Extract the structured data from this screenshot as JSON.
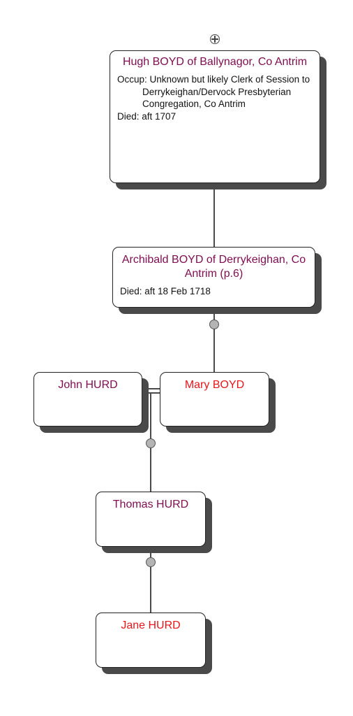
{
  "colors": {
    "name_default": "#800f52",
    "name_highlight": "#e8161b",
    "shadow": "#4a4a4a",
    "connector": "#4a4a4a"
  },
  "people": {
    "hugh": {
      "name": "Hugh BOYD of Ballynagor, Co Antrim",
      "occup_label": "Occup:",
      "occup_value": "Unknown but likely Clerk of Session to Derrykeighan/Dervock Presbyterian Congregation, Co Antrim",
      "died_label": "Died:",
      "died_value": "aft 1707"
    },
    "archibald": {
      "name": "Archibald BOYD of Derrykeighan, Co Antrim (p.6)",
      "died_label": "Died:",
      "died_value": "aft 18 Feb 1718"
    },
    "john": {
      "name": "John HURD"
    },
    "mary": {
      "name": "Mary BOYD"
    },
    "thomas": {
      "name": "Thomas HURD"
    },
    "jane": {
      "name": "Jane HURD"
    }
  }
}
